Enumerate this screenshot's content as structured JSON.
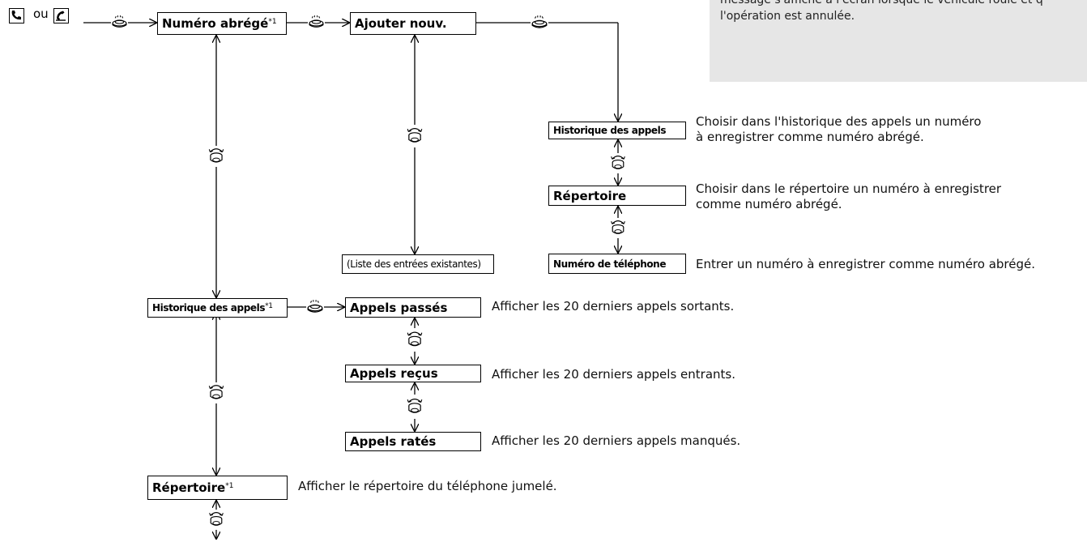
{
  "note": {
    "line1": "message s'affiche à l'écran lorsque le véhicule roule et q",
    "line2": "l'opération est annulée."
  },
  "start": {
    "ou": "ou"
  },
  "boxes": {
    "numero_abrege": "Numéro abrégé",
    "ajouter_nouv": "Ajouter nouv.",
    "historique_right": "Historique des appels",
    "repertoire_right": "Répertoire",
    "numero_tel": "Numéro de téléphone",
    "liste_entrees": "(Liste des entrées existantes)",
    "historique_left": "Historique des appels",
    "appels_passes": "Appels passés",
    "appels_recus": "Appels reçus",
    "appels_rates": "Appels ratés",
    "repertoire_left": "Répertoire"
  },
  "footnote_mark": "*1",
  "descriptions": {
    "historique_1": "Choisir dans l'historique des appels un numéro",
    "historique_2": "à enregistrer comme numéro abrégé.",
    "repertoire_1": "Choisir dans le répertoire un numéro à enregistrer",
    "repertoire_2": "comme numéro abrégé.",
    "numero_tel": "Entrer un numéro à enregistrer comme numéro abrégé.",
    "passes": "Afficher les 20 derniers appels sortants.",
    "recus": "Afficher les 20 derniers appels entrants.",
    "rates": "Afficher les 20 derniers appels manqués.",
    "repertoire_left": "Afficher le répertoire du téléphone jumelé."
  },
  "icons": {
    "press": "press-knob-icon",
    "rotate": "rotate-knob-icon",
    "phone": "phone-icon",
    "hangup": "talk-button-icon"
  }
}
